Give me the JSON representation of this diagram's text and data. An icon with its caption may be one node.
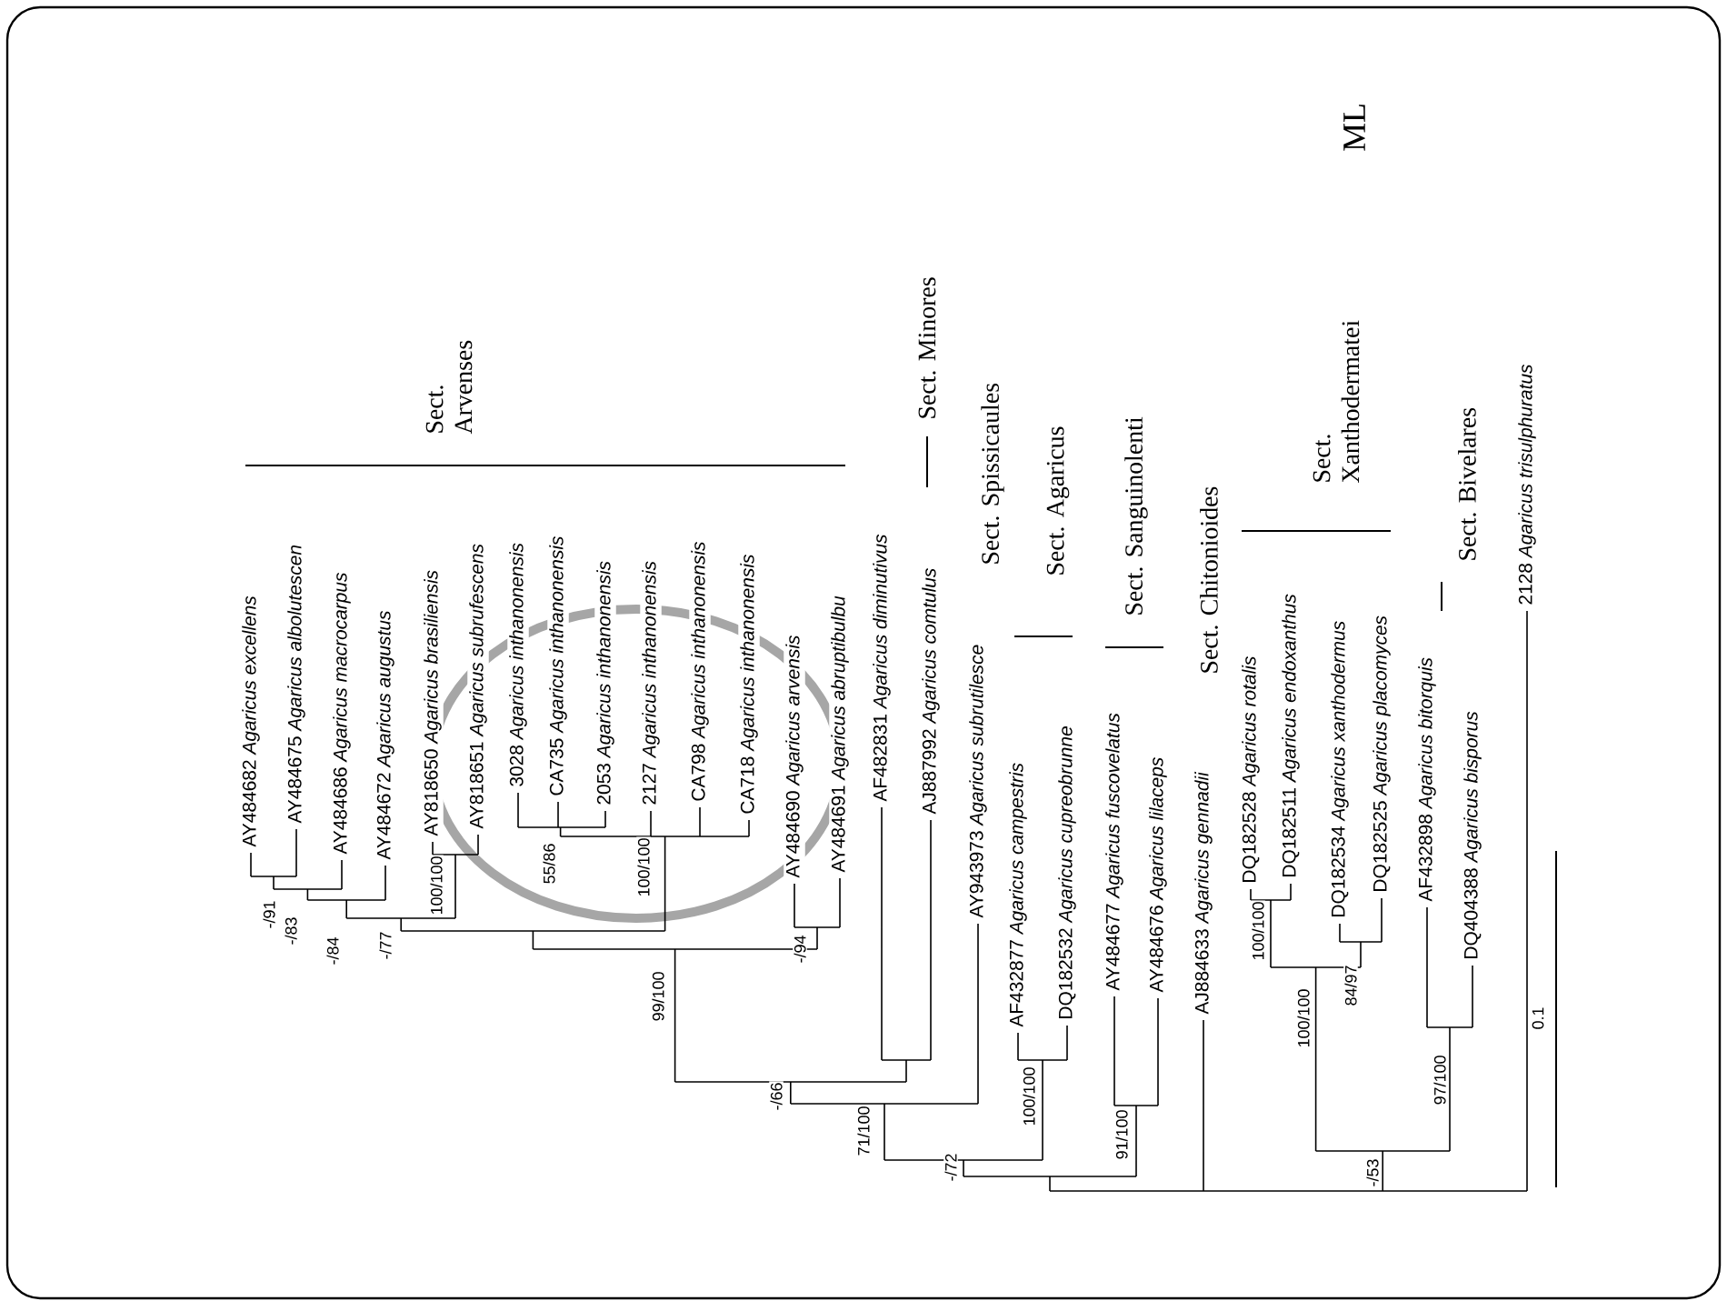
{
  "diagram": {
    "title": "ML",
    "labels": [
      "AY484682 *Agaricus excellens*",
      "AY484675 *Agaricus albolutescen*",
      "AY484686 *Agaricus macrocarpus*",
      "AY484672 *Agaricus augustus*",
      "AY818650 *Agaricus brasiliensis*",
      "AY818651 *Agaricus subrufescens*",
      "3028 *Agaricus inthanonensis*",
      "CA735 *Agaricus inthanonensis*",
      "2053 *Agaricus inthanonensis*",
      "2127 *Agaricus inthanonensis*",
      "CA798 *Agaricus inthanonensis*",
      "CA718 *Agaricus inthanonensis*",
      "AY484690 *Agaricus arvensis*",
      "AY484691 *Agaricus abruptibulbu*",
      "AF482831 *Agaricus diminutivus*",
      "AJ887992 *Agaricus comtulus*",
      "AY943973 *Agaricus subrutilesce*",
      "AF432877 *Agaricus campestris*",
      "DQ182532 *Agaricus cupreobrunne*",
      "AY484677 *Agaricus fuscovelatus*",
      "AY484676 *Agaricus lilaceps*",
      "AJ884633 *Agaricus gennadii*",
      "DQ182528 *Agaricus rotalis*",
      "DQ182511 *Agaricus endoxanthus*",
      "DQ182534 *Agaricus xanthodermus*",
      "DQ182525 *Agaricus placomyces*",
      "AF432898 *Agaricus bitorquis*",
      "DQ404388 *Agaricus bisporus*",
      "2128 *Agaricus trisulphuratus*",
      "-/91",
      "-/83",
      "-/84",
      "100/100",
      "-/77",
      "55/86",
      "100/100",
      "99/100",
      "-/94",
      "-/66",
      "71/100",
      "100/100",
      "-/72",
      "91/100",
      "100/100",
      "84/97",
      "100/100",
      "97/100",
      "-/53",
      "Sect. Arvenses",
      "Sect. Minores",
      "Sect. Spissicaules",
      "Sect. Agaricus",
      "Sect. Sanguinolenti",
      "Sect. Chitonioides",
      "Sect. Xanthodermatei",
      "Sect. Bivelares",
      "0.1"
    ]
  }
}
